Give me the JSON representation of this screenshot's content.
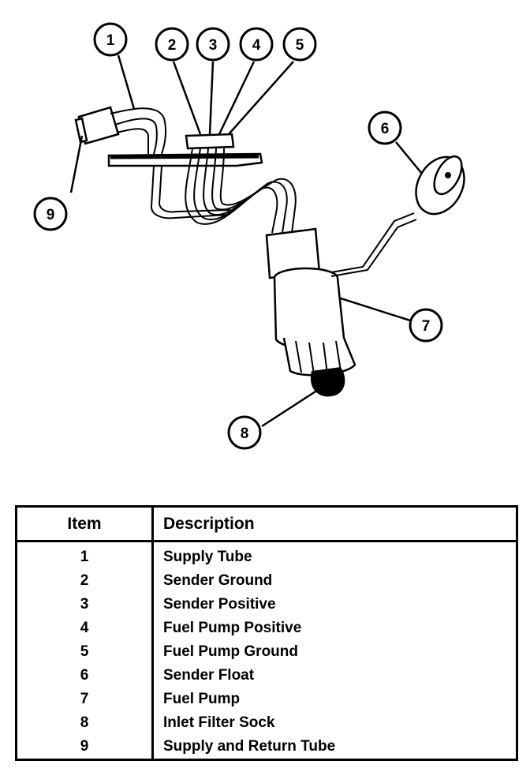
{
  "callouts": {
    "c1": "1",
    "c2": "2",
    "c3": "3",
    "c4": "4",
    "c5": "5",
    "c6": "6",
    "c7": "7",
    "c8": "8",
    "c9": "9"
  },
  "table": {
    "header_item": "Item",
    "header_description": "Description",
    "rows": [
      {
        "item": "1",
        "description": "Supply Tube"
      },
      {
        "item": "2",
        "description": "Sender Ground"
      },
      {
        "item": "3",
        "description": "Sender Positive"
      },
      {
        "item": "4",
        "description": "Fuel Pump Positive"
      },
      {
        "item": "5",
        "description": "Fuel Pump Ground"
      },
      {
        "item": "6",
        "description": "Sender Float"
      },
      {
        "item": "7",
        "description": "Fuel Pump"
      },
      {
        "item": "8",
        "description": "Inlet Filter Sock"
      },
      {
        "item": "9",
        "description": "Supply and Return Tube"
      }
    ]
  }
}
